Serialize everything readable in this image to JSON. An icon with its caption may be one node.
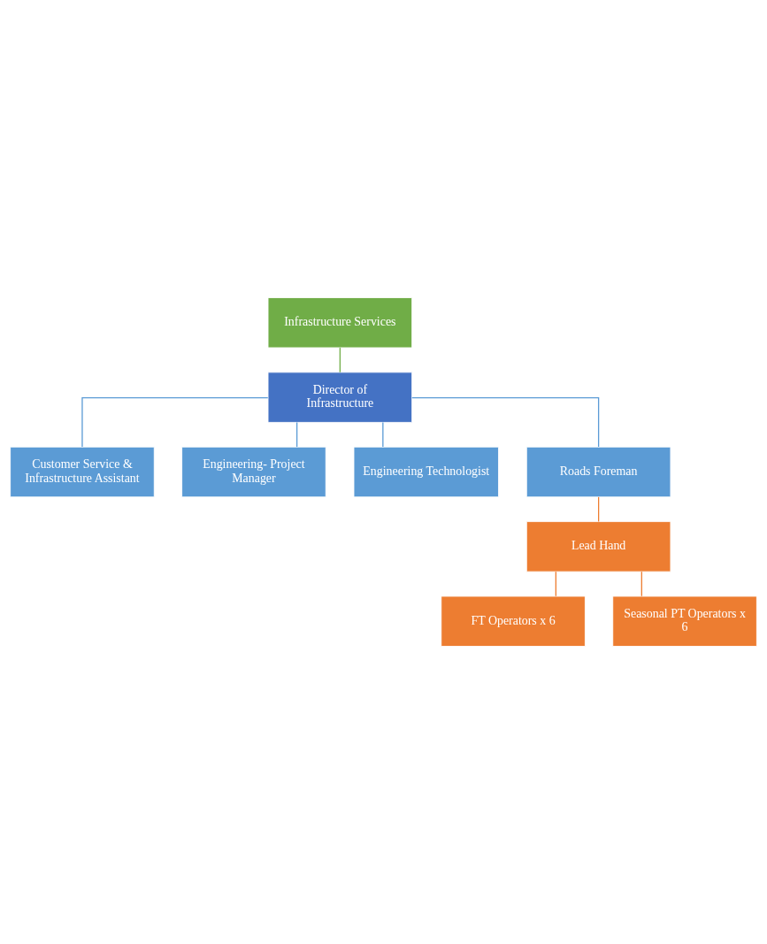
{
  "diagram": {
    "nodes": [
      {
        "text": [
          "Infrastructure Services"
        ]
      },
      {
        "text": [
          "Director of Infrastructure"
        ]
      },
      {
        "text": [
          "Customer Service & Infrastructure Assistant"
        ]
      },
      {
        "text": [
          "Engineering- Project Manager"
        ]
      },
      {
        "text": [
          "Engineering Technologist"
        ]
      },
      {
        "text": [
          "Roads Foreman"
        ]
      },
      {
        "text": [
          "Lead Hand"
        ]
      },
      {
        "text": [
          "FT Operators x 6"
        ]
      },
      {
        "text": [
          "Seasonal PT Operators x 6"
        ]
      }
    ],
    "edges": [
      {
        "from": 0,
        "to": 1,
        "arrow": "none",
        "color": "#70ad47"
      },
      {
        "from": 1,
        "to": 2,
        "arrow": "none"
      },
      {
        "from": 1,
        "to": 3,
        "arrow": "none"
      },
      {
        "from": 1,
        "to": 4,
        "arrow": "none"
      },
      {
        "from": 1,
        "to": 5,
        "arrow": "none"
      },
      {
        "from": 5,
        "to": 6,
        "arrow": "none",
        "color": "#ed7d31"
      },
      {
        "from": 6,
        "to": 7,
        "arrow": "none",
        "color": "#ed7d31"
      },
      {
        "from": 6,
        "to": 8,
        "arrow": "none",
        "color": "#ed7d31"
      }
    ]
  }
}
